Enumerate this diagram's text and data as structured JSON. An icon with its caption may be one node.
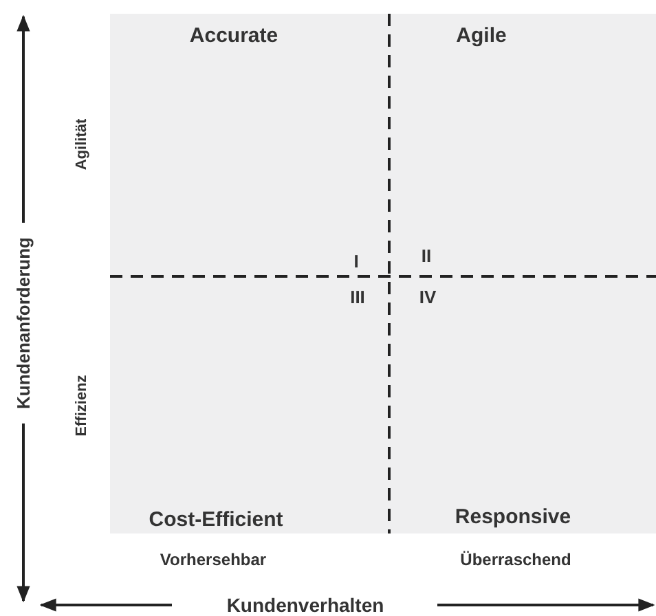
{
  "diagram": {
    "labels": [
      "Kundenanforderung",
      "Accurate",
      "Agile",
      "Agilität",
      "I",
      "II",
      "III",
      "IV",
      "Effizienz",
      "Cost-Efficient",
      "Responsive",
      "Vorhersehbar",
      "Überraschend",
      "Kundenverhalten"
    ]
  }
}
